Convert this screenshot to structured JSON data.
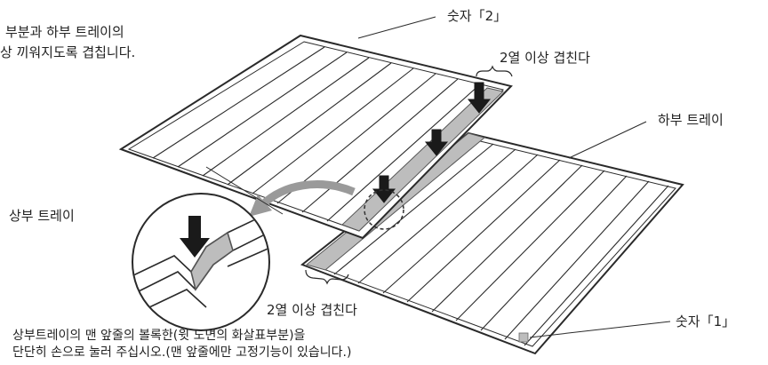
{
  "labels": {
    "top_note_line1": "부분과 하부 트레이의",
    "top_note_line2": "상 끼워지도록 겹칩니다.",
    "number_2": "숫자「2」",
    "overlap_top": "2열 이상 겹친다",
    "lower_tray": "하부 트레이",
    "upper_tray": "상부 트레이",
    "overlap_bottom": "2열 이상 겹친다",
    "number_1": "숫자「1」",
    "bottom_note_line1": "상부트레이의 맨 앞줄의 볼록한(윗 도면의 화살표부분)을",
    "bottom_note_line2": "단단히 손으로 눌러 주십시오.(맨 앞줄에만 고정기능이 있습니다.)"
  },
  "colors": {
    "line": "#2a2a2a",
    "overlap_band": "#bdbdbd",
    "arrow_fill": "#1a1a1a",
    "curved_arrow": "#9a9a9a"
  },
  "icons": [
    "down-arrow-icon",
    "curved-arrow-icon",
    "dashed-circle-icon",
    "magnifier-circle-icon",
    "brace-icon"
  ]
}
